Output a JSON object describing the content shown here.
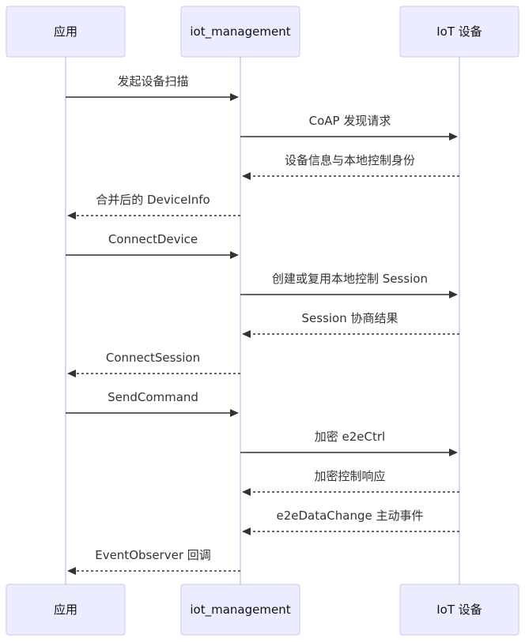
{
  "participants": [
    {
      "id": "app",
      "label": "应用"
    },
    {
      "id": "iot",
      "label": "iot_management"
    },
    {
      "id": "device",
      "label": "IoT 设备"
    }
  ],
  "messages": [
    {
      "from": "app",
      "to": "iot",
      "text": "发起设备扫描",
      "style": "solid"
    },
    {
      "from": "iot",
      "to": "device",
      "text": "CoAP 发现请求",
      "style": "solid"
    },
    {
      "from": "device",
      "to": "iot",
      "text": "设备信息与本地控制身份",
      "style": "dashed"
    },
    {
      "from": "iot",
      "to": "app",
      "text": "合并后的 DeviceInfo",
      "style": "dashed"
    },
    {
      "from": "app",
      "to": "iot",
      "text": "ConnectDevice",
      "style": "solid"
    },
    {
      "from": "iot",
      "to": "device",
      "text": "创建或复用本地控制 Session",
      "style": "solid"
    },
    {
      "from": "device",
      "to": "iot",
      "text": "Session 协商结果",
      "style": "dashed"
    },
    {
      "from": "iot",
      "to": "app",
      "text": "ConnectSession",
      "style": "dashed"
    },
    {
      "from": "app",
      "to": "iot",
      "text": "SendCommand",
      "style": "solid"
    },
    {
      "from": "iot",
      "to": "device",
      "text": "加密 e2eCtrl",
      "style": "solid"
    },
    {
      "from": "device",
      "to": "iot",
      "text": "加密控制响应",
      "style": "dashed"
    },
    {
      "from": "device",
      "to": "iot",
      "text": "e2eDataChange 主动事件",
      "style": "dashed"
    },
    {
      "from": "iot",
      "to": "app",
      "text": "EventObserver 回调",
      "style": "dashed"
    }
  ]
}
